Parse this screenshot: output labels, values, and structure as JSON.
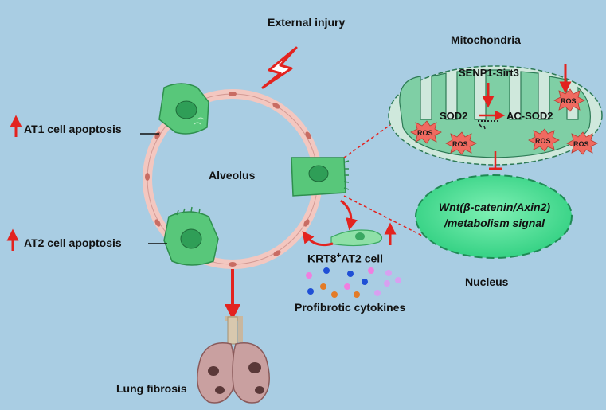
{
  "labels": {
    "external_injury": "External injury",
    "mitochondria": "Mitochondria",
    "senp1_sirt3": "SENP1-Sirt3",
    "sod2": "SOD2",
    "ac_sod2": "AC-SOD2",
    "ros": "ROS",
    "at1_apoptosis": "AT1 cell apoptosis",
    "at2_apoptosis": "AT2 cell apoptosis",
    "alveolus": "Alveolus",
    "wnt_line1": "Wnt(β-catenin/Axin2)",
    "wnt_line2": "/metabolism signal",
    "nucleus": "Nucleus",
    "krt8_prefix": "KRT8",
    "krt8_sup": "+",
    "krt8_suffix": "AT2 cell",
    "profibrotic": "Profibrotic cytokines",
    "lung_fibrosis": "Lung fibrosis"
  },
  "colors": {
    "background": "#a9cde3",
    "arrow": "#e3231f",
    "mito_outer": "#cfe8dc",
    "mito_inner": "#7fcfa5",
    "nucleus_fill": "#3fdc8c",
    "ros_fill": "#f06a60",
    "cell_green": "#58c77a",
    "capillary_pink": "#f3c7c0",
    "lung_fill": "#c9a0a0"
  },
  "icons": [
    "lightning-icon",
    "lung-icon",
    "at1-cell-icon",
    "at2-cell-icon",
    "krt8-cell-icon"
  ]
}
